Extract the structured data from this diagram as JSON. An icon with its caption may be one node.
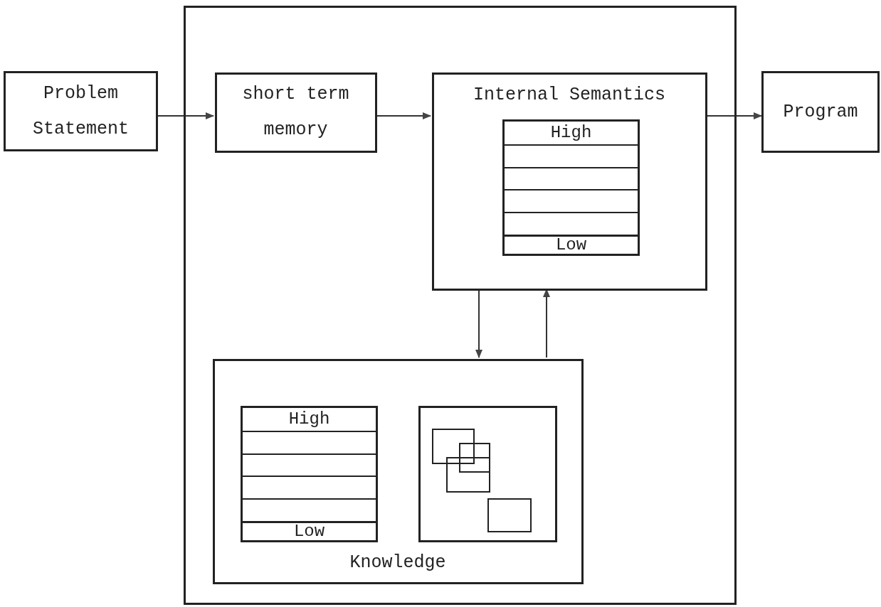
{
  "diagram": {
    "nodes": [
      {
        "text": [
          "Problem Statement"
        ]
      },
      {
        "text": [],
        "shape": "box"
      },
      {
        "text": [
          "short term memory"
        ],
        "in": 1
      },
      {
        "text": [
          "Internal Semantics"
        ],
        "in": 1
      },
      {
        "text": [
          "High",
          "Low"
        ],
        "in": 3
      },
      {
        "text": [
          "Knowledge"
        ],
        "in": 1
      },
      {
        "text": [
          "High",
          "Low"
        ],
        "in": 5
      },
      {
        "text": [],
        "shape": "box",
        "in": 5
      },
      {
        "text": [
          "Program"
        ]
      }
    ],
    "edges": [
      {
        "from": 0,
        "to": 2,
        "arrow": "to"
      },
      {
        "from": 2,
        "to": 3,
        "arrow": "to"
      },
      {
        "from": 3,
        "to": 8,
        "arrow": "to"
      },
      {
        "from": 3,
        "to": 5,
        "arrow": "to"
      },
      {
        "from": 5,
        "to": 3,
        "arrow": "to"
      }
    ]
  }
}
